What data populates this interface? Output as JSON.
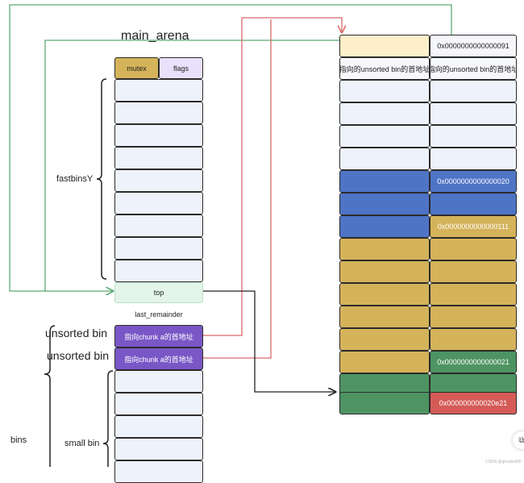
{
  "title": "main_arena",
  "labels": {
    "mutex": "mutex",
    "flags": "flags",
    "fastbins": "fastbinsY",
    "top": "top",
    "last_remainder": "last_remainder",
    "unsorted_bin": "unsorted bin",
    "unsorted_ptr": "指向chunk a的首地址",
    "bins": "bins",
    "small_bin": "small bin"
  },
  "heap": {
    "size_91": "0x0000000000000091",
    "fd_bk": "指向的unsorted bin的首地址",
    "size_20": "0x0000000000000020",
    "size_111": "0x0000000000000111",
    "size_21": "0x0000000000000021",
    "top_size": "0x000000000020e21"
  },
  "watermark": "CSDN @gnudar666",
  "colors": {
    "blue": "#4e74c6",
    "gold": "#d4b35a",
    "green": "#4e9463",
    "red": "#d45b56",
    "purple": "#7a57c6",
    "arrow_green": "#5aaa72",
    "arrow_red": "#d86a6a"
  }
}
